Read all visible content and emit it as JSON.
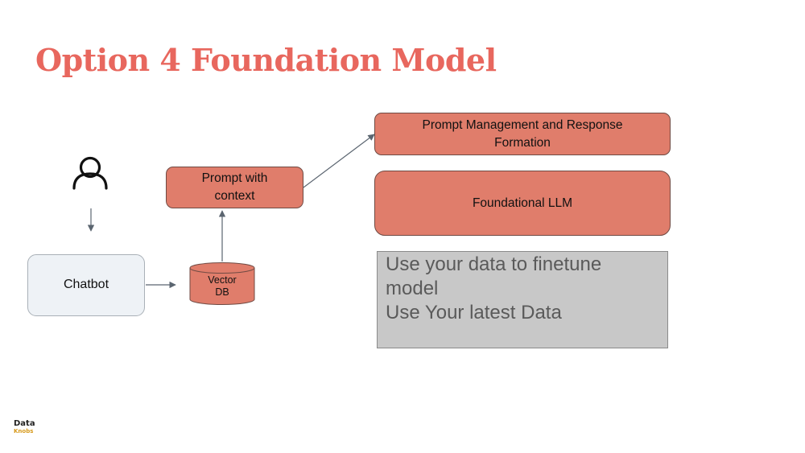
{
  "slide": {
    "title": "Option 4 Foundation Model"
  },
  "diagram": {
    "nodes": {
      "user": {
        "icon": "user-icon"
      },
      "chatbot": {
        "label": "Chatbot"
      },
      "vector_db": {
        "label_line1": "Vector",
        "label_line2": "DB"
      },
      "prompt_with_context": {
        "label": "Prompt with context"
      },
      "prompt_management": {
        "label": "Prompt Management and Response Formation"
      },
      "foundational_llm": {
        "label": "Foundational LLM"
      }
    },
    "edges": [
      {
        "from": "user",
        "to": "chatbot"
      },
      {
        "from": "chatbot",
        "to": "vector_db"
      },
      {
        "from": "vector_db",
        "to": "prompt_with_context"
      },
      {
        "from": "prompt_with_context",
        "to": "prompt_management"
      }
    ]
  },
  "notes": {
    "line1": "Use your data to finetune",
    "line2": "model",
    "line3": "Use Your latest Data"
  },
  "logo": {
    "line1": "Data",
    "line2": "Knobs"
  },
  "colors": {
    "title": "#e8675e",
    "box_fill": "#e07d6b",
    "chatbot_fill": "#eef2f6",
    "note_fill": "#c8c8c8",
    "arrow": "#5b6570"
  }
}
